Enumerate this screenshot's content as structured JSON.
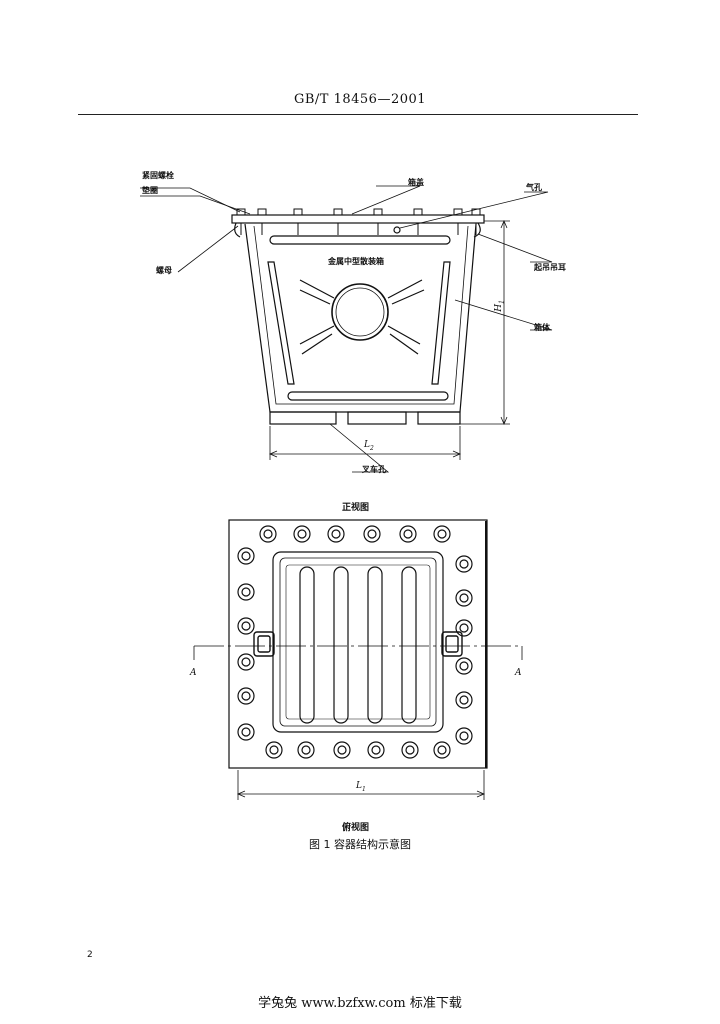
{
  "header": {
    "standard_number": "GB/T 18456—2001"
  },
  "front_view": {
    "labels": {
      "bolt": "紧固螺栓",
      "washer": "垫圈",
      "nut": "螺母",
      "lid": "箱盖",
      "vent": "气孔",
      "lifting_lug": "起吊吊耳",
      "body": "箱体",
      "forklift_holes": "叉车孔",
      "container_name": "金属中型散装箱"
    },
    "dim_height": "H",
    "dim_height_sub": "1",
    "dim_length": "L",
    "dim_length_sub": "2",
    "title": "正视图"
  },
  "top_view": {
    "section_left": "A",
    "section_right": "A",
    "dim_length": "L",
    "dim_length_sub": "1",
    "title": "俯视图"
  },
  "figure": {
    "caption": "图 1   容器结构示意图"
  },
  "page": {
    "number": "2"
  },
  "footer": {
    "watermark": "学兔兔 www.bzfxw.com 标准下载"
  }
}
